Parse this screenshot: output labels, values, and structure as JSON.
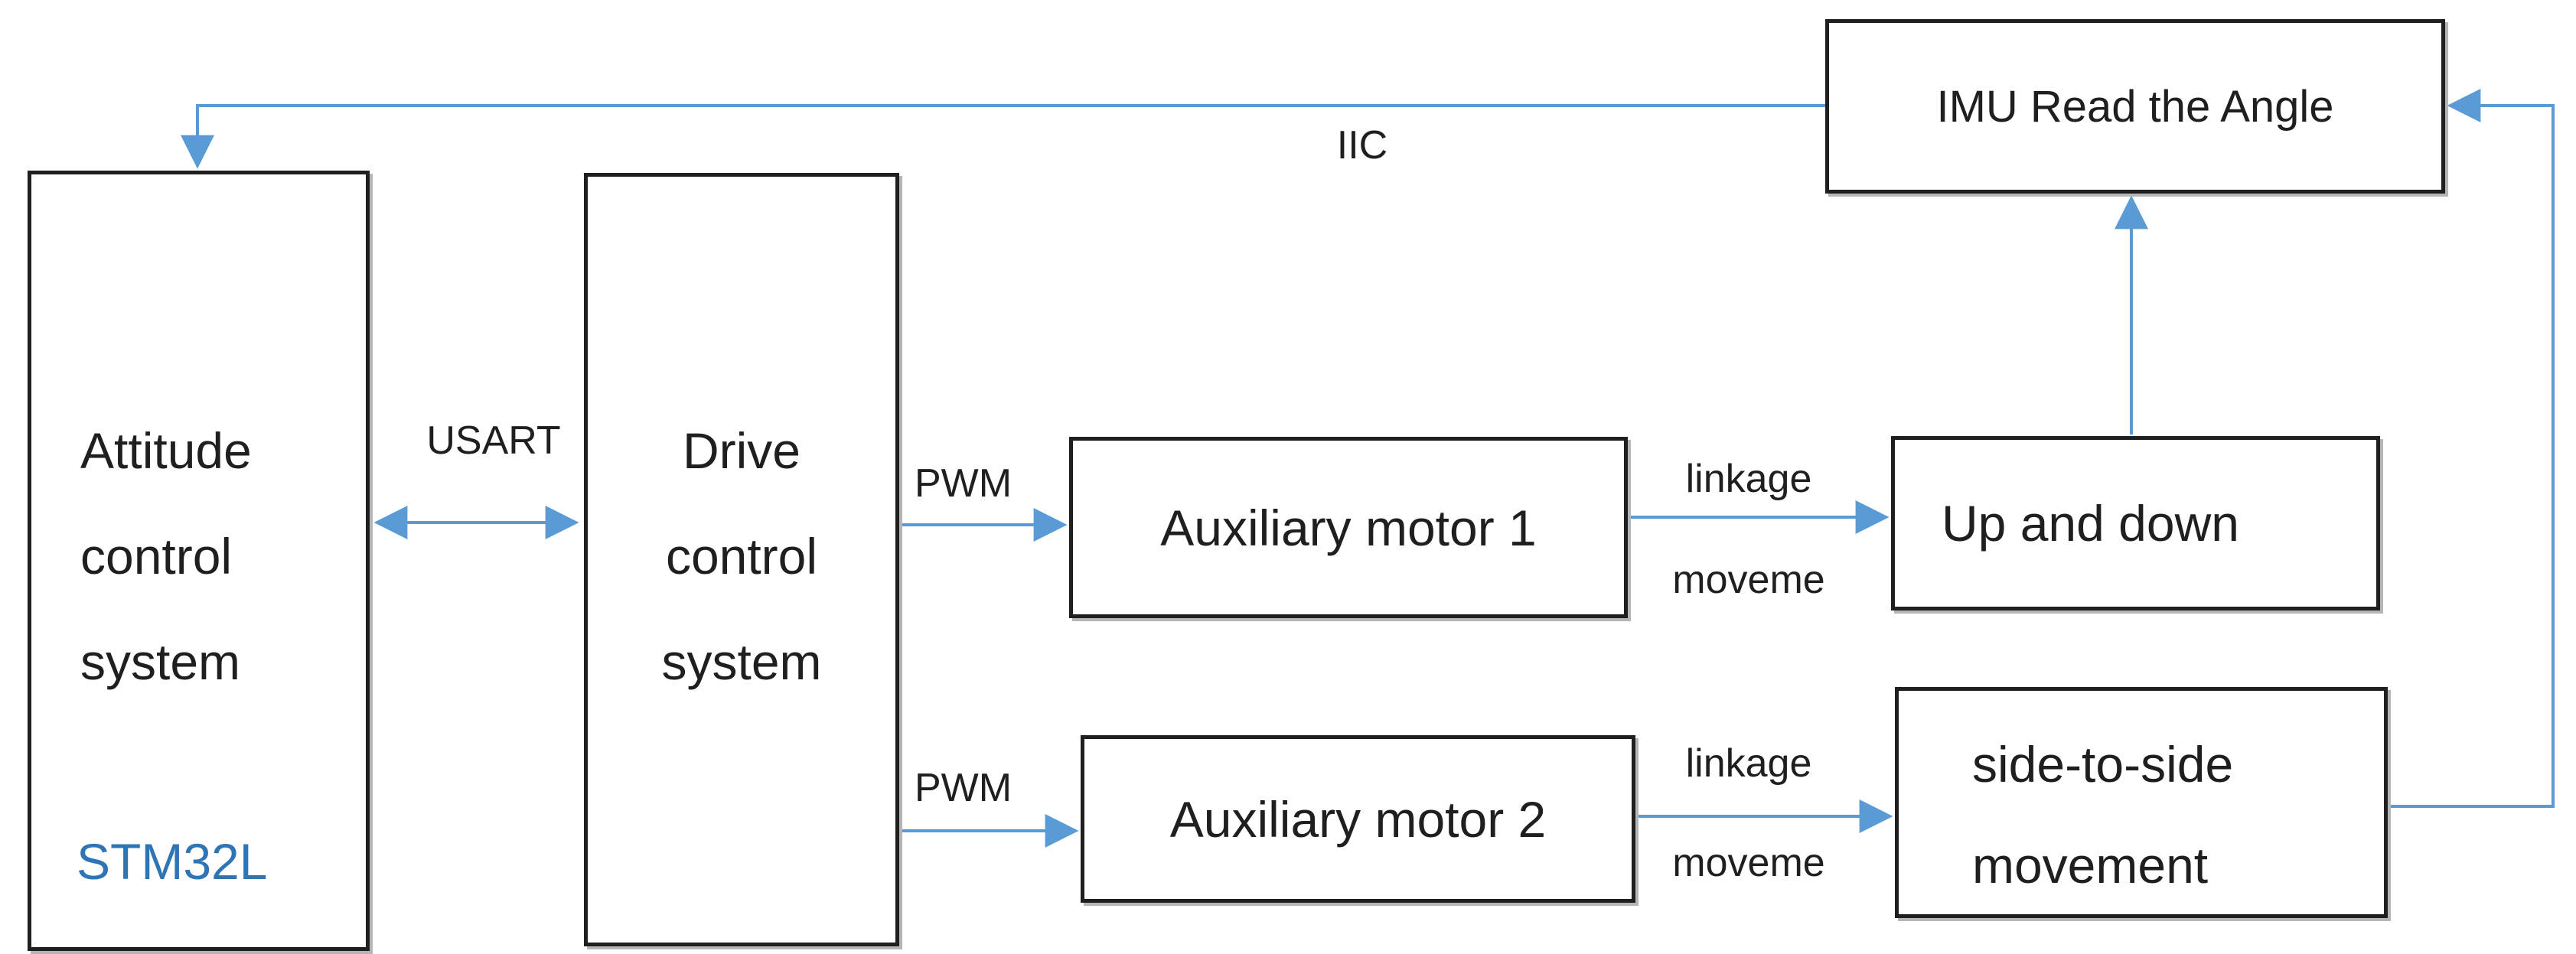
{
  "diagram": {
    "colors": {
      "arrow": "#5B9BD5",
      "border": "#1f1f1f",
      "text": "#1f1f1f",
      "accent": "#2E75B6",
      "shadow": "#b5b5b5",
      "background": "#ffffff"
    },
    "nodes": {
      "attitude": {
        "lines": [
          "Attitude",
          "control",
          "system"
        ],
        "chip": "STM32L"
      },
      "drive": {
        "lines": [
          "Drive",
          "control",
          "system"
        ]
      },
      "aux1": {
        "label": "Auxiliary motor 1"
      },
      "aux2": {
        "label": "Auxiliary motor 2"
      },
      "updown": {
        "label": "Up and down"
      },
      "side": {
        "lines": [
          "side-to-side",
          "movement"
        ]
      },
      "imu": {
        "label": "IMU Read the Angle"
      }
    },
    "edge_labels": {
      "usart": "USART",
      "pwm1": "PWM",
      "pwm2": "PWM",
      "linkage1": "linkage",
      "moveme1": "moveme",
      "linkage2": "linkage",
      "moveme2": "moveme",
      "iic": "IIC"
    }
  }
}
